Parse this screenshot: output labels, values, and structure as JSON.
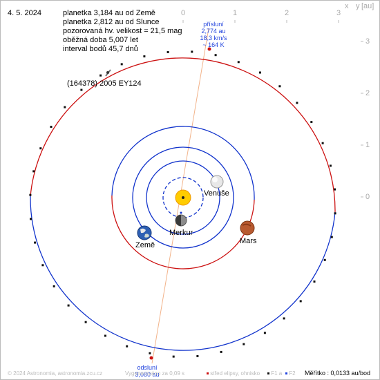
{
  "header": {
    "date": "4. 5. 2024",
    "info_lines": [
      "planetka 3,184 au od Země",
      "planetka 2,812 au od Slunce",
      "pozorovaná hv. velikost = 21,5 mag",
      "oběžná doba 5,007 let",
      "interval bodů 45,7 dnů"
    ]
  },
  "asteroid": {
    "name": "(164378) 2005 EY124"
  },
  "perihelion": {
    "lines": [
      "přísluní",
      "2,774 au",
      "18,3 km/s",
      "~ 164 K"
    ]
  },
  "aphelion": {
    "lines": [
      "odsluní",
      "3,080 au"
    ]
  },
  "planets": {
    "venus": "Venuše",
    "mercury": "Merkur",
    "earth": "Země",
    "mars": "Mars"
  },
  "axes": {
    "x_ticks": [
      "0",
      "1",
      "2",
      "3"
    ],
    "y_ticks": [
      "3",
      "2",
      "1",
      "0"
    ],
    "x_label": "x",
    "y_label": "y",
    "unit": "[au]"
  },
  "footer": {
    "copyright": "© 2024 Astronomia, astronomia.zcu.cz",
    "generated": "Vygenerováno za 0,09 s",
    "legend_center": "střed elipsy, ohnisko",
    "legend_f1": "F1 a",
    "legend_f2": "F2",
    "scale": "Měřítko : 0,0133 au/bod"
  },
  "colors": {
    "orbit_outside": "#cc1111",
    "orbit_inside": "#1133cc",
    "apsides_line": "#f2b38a",
    "point_marks": "#111111",
    "sun": "#ffcc00"
  }
}
